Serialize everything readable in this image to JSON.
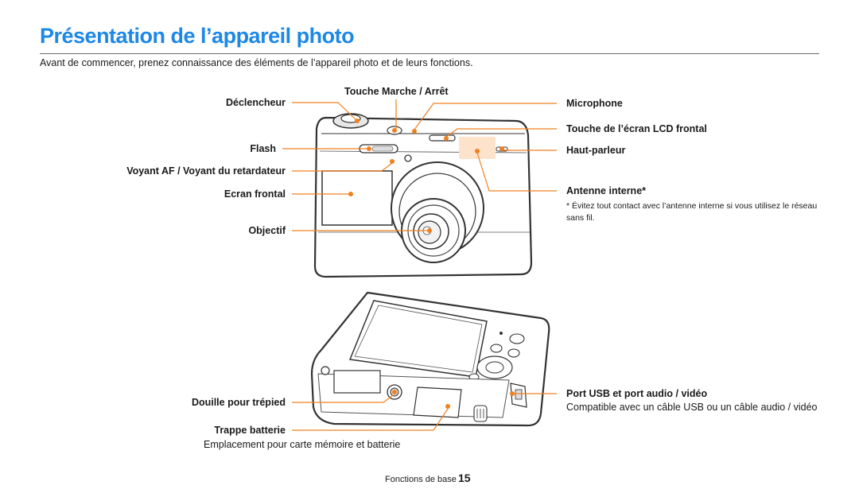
{
  "title": "Présentation de l’appareil photo",
  "intro": "Avant de commencer, prenez connaissance des éléments de l’appareil photo et de leurs fonctions.",
  "front_labels": {
    "shutter": "Déclencheur",
    "power": "Touche Marche / Arrêt",
    "flash": "Flash",
    "af_lamp": "Voyant AF / Voyant du retardateur",
    "front_screen": "Ecran frontal",
    "lens": "Objectif",
    "microphone": "Microphone",
    "front_lcd_button": "Touche de l’écran LCD frontal",
    "speaker": "Haut-parleur",
    "antenna": "Antenne interne*",
    "antenna_note": "*  Évitez tout contact avec l’antenne interne si vous utilisez le réseau sans fil."
  },
  "bottom_labels": {
    "tripod": "Douille pour trépied",
    "battery": "Trappe batterie",
    "battery_sub": "Emplacement pour carte mémoire et batterie",
    "usb": "Port USB et port audio / vidéo",
    "usb_sub": "Compatible avec un câble USB ou un câble audio / vidéo"
  },
  "footer": {
    "section": "Fonctions de base",
    "page": "15"
  },
  "colors": {
    "accent": "#1e88e5",
    "leader": "#f08020"
  }
}
